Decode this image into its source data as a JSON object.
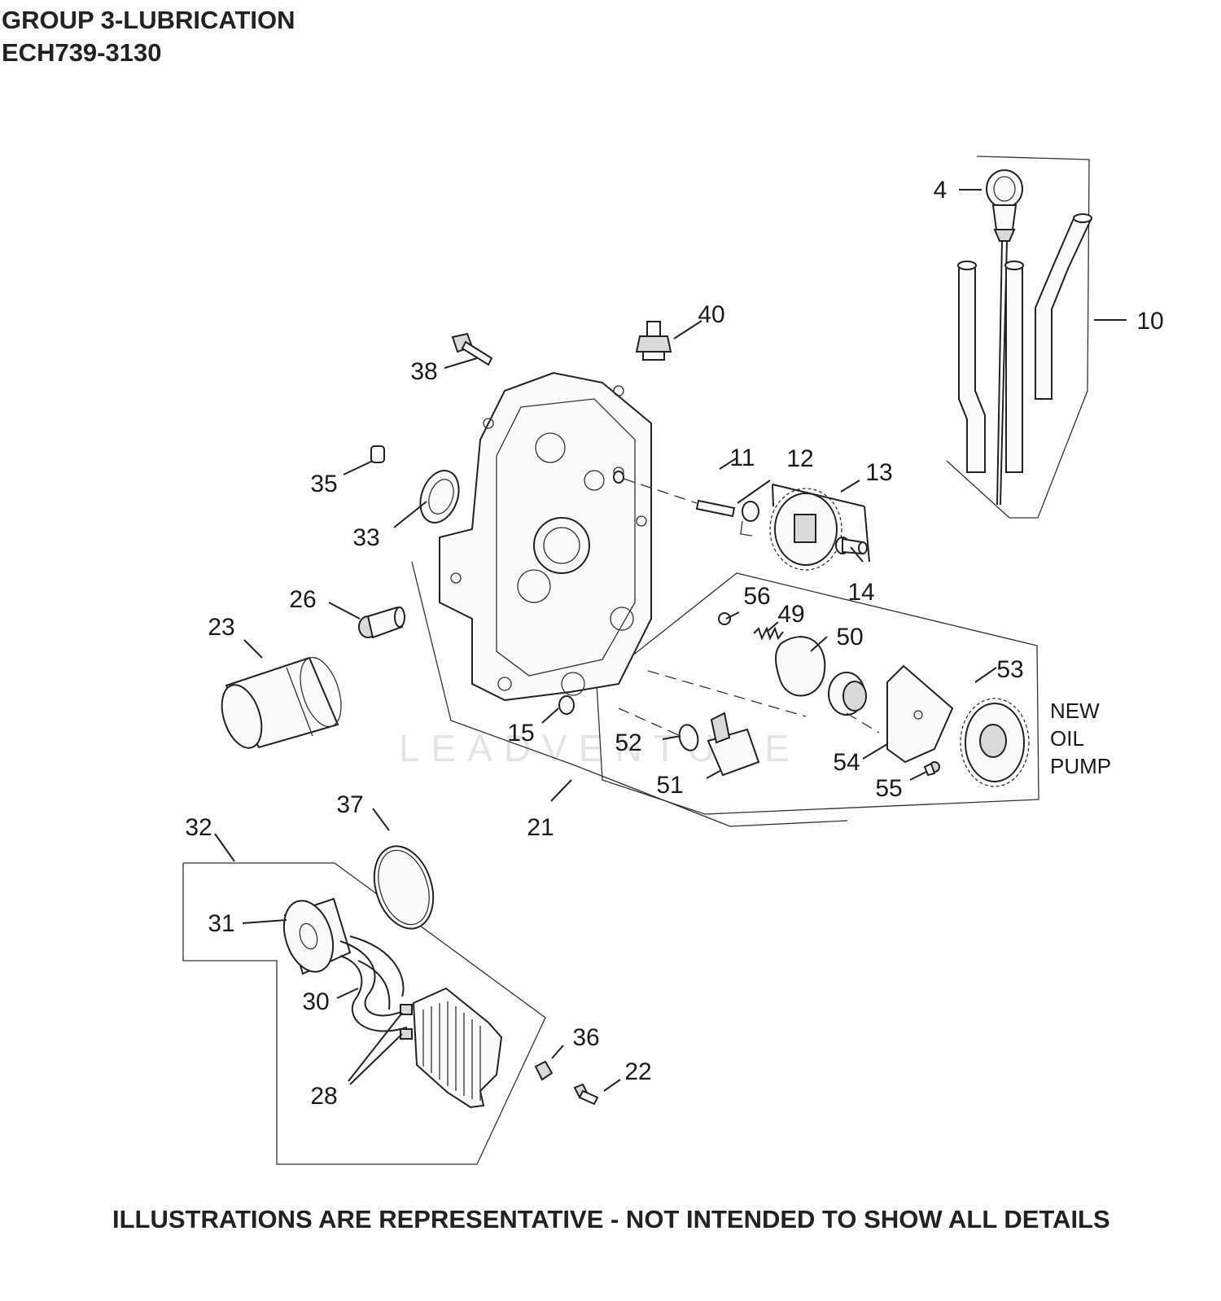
{
  "header": {
    "group_title": "GROUP 3-LUBRICATION",
    "model_number": "ECH739-3130"
  },
  "footer": {
    "disclaimer": "ILLUSTRATIONS ARE REPRESENTATIVE - NOT INTENDED TO SHOW ALL DETAILS"
  },
  "watermark": "LEADVENTURE",
  "note": {
    "line1": "NEW",
    "line2": "OIL",
    "line3": "PUMP"
  },
  "callouts": {
    "c4": "4",
    "c10": "10",
    "c11": "11",
    "c12": "12",
    "c13": "13",
    "c14": "14",
    "c15": "15",
    "c21": "21",
    "c22": "22",
    "c23": "23",
    "c26": "26",
    "c28": "28",
    "c30": "30",
    "c31": "31",
    "c32": "32",
    "c33": "33",
    "c35": "35",
    "c36": "36",
    "c37": "37",
    "c38": "38",
    "c40": "40",
    "c49": "49",
    "c50": "50",
    "c51": "51",
    "c52": "52",
    "c53": "53",
    "c54": "54",
    "c55": "55",
    "c56": "56"
  }
}
